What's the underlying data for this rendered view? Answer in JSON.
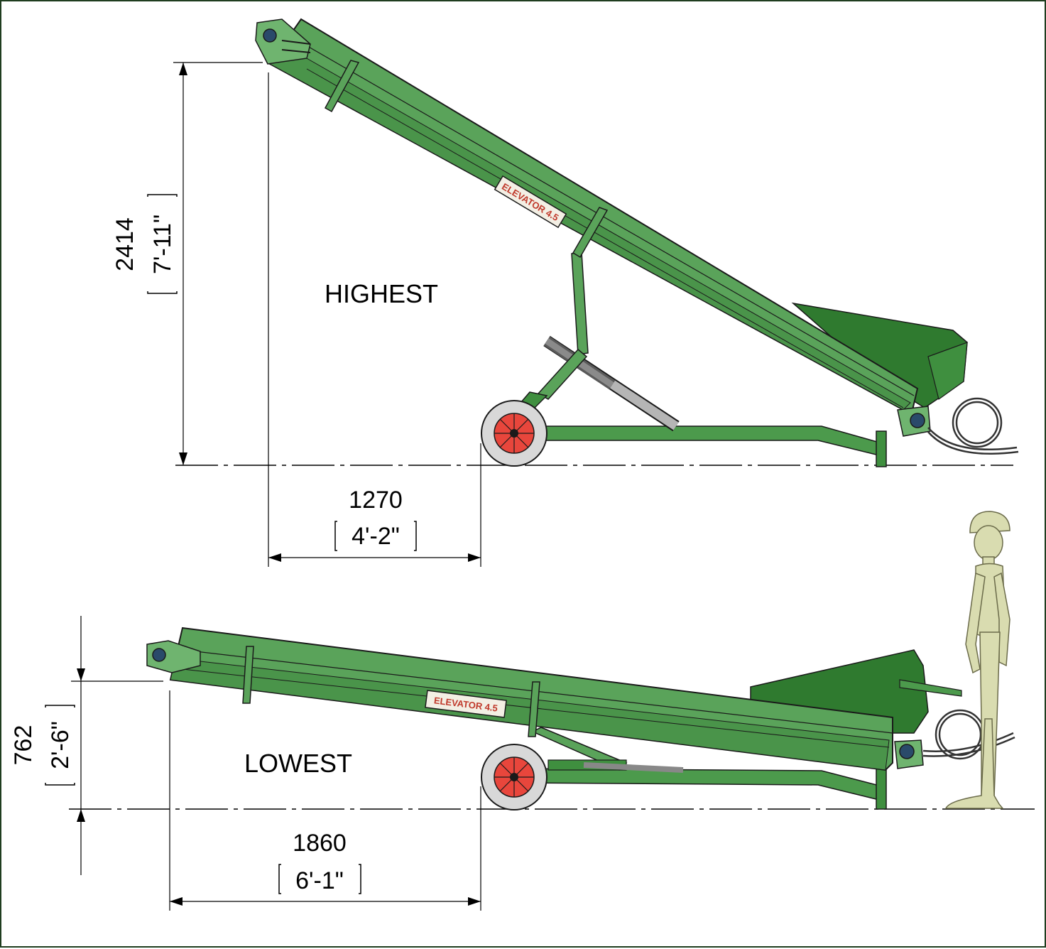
{
  "colors": {
    "frame_green": "#5aa35a",
    "frame_dark": "#2f7a2f",
    "frame_shade": "#3f8f3f",
    "wheel_red": "#e8463c",
    "tyre": "#d8d8d8",
    "operator": "#d9dcb0",
    "outline": "#1a1a1a"
  },
  "highest": {
    "label": "HIGHEST",
    "height_mm": "2414",
    "height_imperial": "7'-11\"",
    "offset_mm": "1270",
    "offset_imperial": "4'-2\""
  },
  "lowest": {
    "label": "LOWEST",
    "height_mm": "762",
    "height_imperial": "2'-6\"",
    "offset_mm": "1860",
    "offset_imperial": "6'-1\""
  },
  "decal": {
    "text": "ELEVATOR 4.5"
  },
  "icons": [
    "wheel-icon",
    "hydraulic-ram-icon",
    "hose-coil-icon",
    "operator-figure-icon"
  ]
}
